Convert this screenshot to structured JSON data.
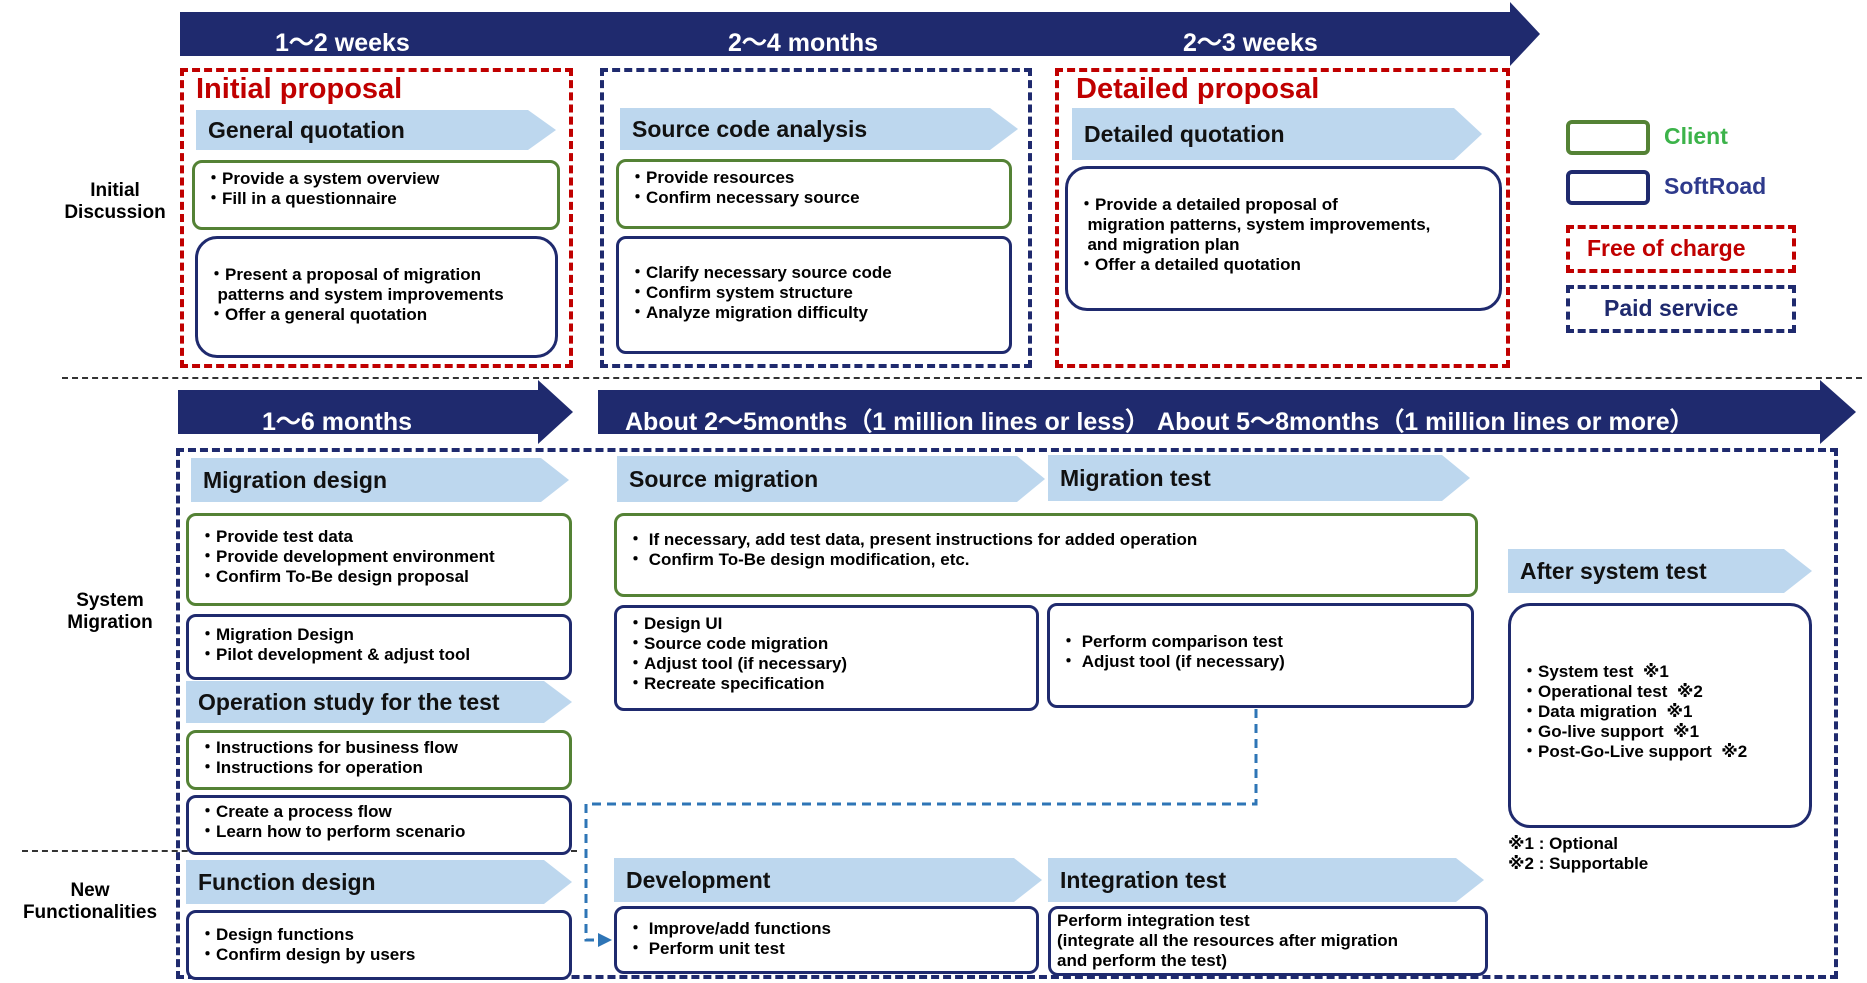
{
  "colors": {
    "navy": "#1f2a6e",
    "green": "#548235",
    "red": "#c00000",
    "stage_fill": "#bdd7ee",
    "connector": "#2e75b6",
    "client_text": "#3cb34a",
    "softroad_text": "#2e3a8c"
  },
  "side_labels": {
    "initial": [
      "Initial",
      "Discussion"
    ],
    "migration": [
      "System",
      "Migration"
    ],
    "new": [
      "New",
      "Functionalities"
    ]
  },
  "top_banner": {
    "phase1": "1～2 weeks",
    "phase2": "2～4 months",
    "phase3": "2～3 weeks"
  },
  "bottom_banner": {
    "phase1": "1～6 months",
    "phase2": "About 2～5months（1 million lines or less） About 5～8months（1 million lines or more）"
  },
  "initial_proposal": {
    "title": "Initial proposal",
    "stage": "General quotation",
    "client_box": [
      "・Provide a system overview",
      "・Fill in a questionnaire"
    ],
    "softroad_box": [
      "・Present a proposal of migration",
      "  patterns and system improvements",
      "・Offer a general quotation"
    ]
  },
  "source_analysis": {
    "stage": "Source code analysis",
    "client_box": [
      "・Provide resources",
      "・Confirm necessary source"
    ],
    "softroad_box": [
      "・Clarify necessary source code",
      "・Confirm system structure",
      "・Analyze migration difficulty"
    ]
  },
  "detailed_proposal": {
    "title": "Detailed proposal",
    "stage": "Detailed quotation",
    "softroad_box": [
      "・Provide a detailed proposal of",
      "  migration patterns, system improvements,",
      "  and migration plan",
      "・Offer a detailed quotation"
    ]
  },
  "legend": {
    "client": "Client",
    "softroad": "SoftRoad",
    "free": "Free of charge",
    "paid": "Paid service"
  },
  "migration_design": {
    "stage": "Migration design",
    "client_box": [
      "・Provide test data",
      "・Provide development environment",
      "・Confirm To-Be design proposal"
    ],
    "softroad_box": [
      "・Migration Design",
      "・Pilot development & adjust tool"
    ]
  },
  "operation_study": {
    "stage": "Operation study for the test",
    "client_box": [
      "・Instructions for business flow",
      "・Instructions for operation"
    ],
    "softroad_box": [
      "・Create a process flow",
      "・Learn how to perform scenario"
    ]
  },
  "source_migration": {
    "stage": "Source migration",
    "client_box": [
      "・ If necessary, add test data, present instructions for added operation",
      "・ Confirm To-Be design modification, etc."
    ],
    "softroad_box": [
      "・Design UI",
      "・Source code migration",
      "・Adjust tool (if necessary)",
      "・Recreate specification"
    ]
  },
  "migration_test": {
    "stage": "Migration test",
    "softroad_box": [
      "・ Perform comparison test",
      "・ Adjust tool (if necessary)"
    ]
  },
  "after_system_test": {
    "stage": "After system test",
    "softroad_box": [
      "・System test  ※1",
      "・Operational test  ※2",
      "・Data migration  ※1",
      "・Go-live support  ※1",
      "・Post-Go-Live support  ※2"
    ],
    "notes": [
      "※1 : Optional",
      "※2 : Supportable"
    ]
  },
  "function_design": {
    "stage": "Function design",
    "softroad_box": [
      "・Design functions",
      "・Confirm design by users"
    ]
  },
  "development": {
    "stage": "Development",
    "softroad_box": [
      "・ Improve/add functions",
      "・ Perform unit test"
    ]
  },
  "integration_test": {
    "stage": "Integration test",
    "softroad_box": [
      "Perform integration test",
      "(integrate all the resources after migration",
      "and perform the test)"
    ]
  }
}
